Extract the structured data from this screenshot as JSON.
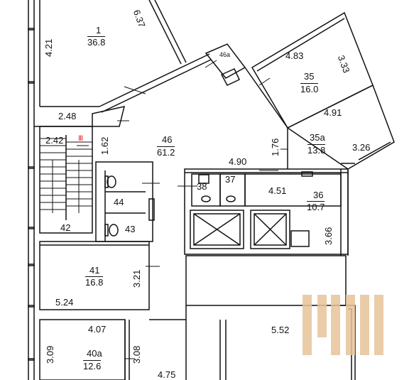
{
  "rooms": [
    {
      "id": "1",
      "area": "36.8"
    },
    {
      "id": "46a",
      "area": ""
    },
    {
      "id": "35",
      "area": "16.0"
    },
    {
      "id": "35a",
      "area": "13.8"
    },
    {
      "id": "46",
      "area": "61.2"
    },
    {
      "id": "38",
      "area": ""
    },
    {
      "id": "37",
      "area": ""
    },
    {
      "id": "36",
      "area": "10.7"
    },
    {
      "id": "44",
      "area": ""
    },
    {
      "id": "43",
      "area": ""
    },
    {
      "id": "42",
      "area": ""
    },
    {
      "id": "41",
      "area": "16.8"
    },
    {
      "id": "40a",
      "area": "12.6"
    }
  ],
  "dimensions": [
    "4.21",
    "6.37",
    "4.83",
    "3.33",
    "4.91",
    "3.26",
    "2.48",
    "2.42",
    "1.62",
    "1.76",
    "4.90",
    "4.51",
    "3.66",
    "3.21",
    "5.24",
    "4.07",
    "3.09",
    "3.08",
    "4.75",
    "5.52"
  ],
  "stair_mark": "III",
  "watermark": {
    "color": "#e8c39a"
  }
}
